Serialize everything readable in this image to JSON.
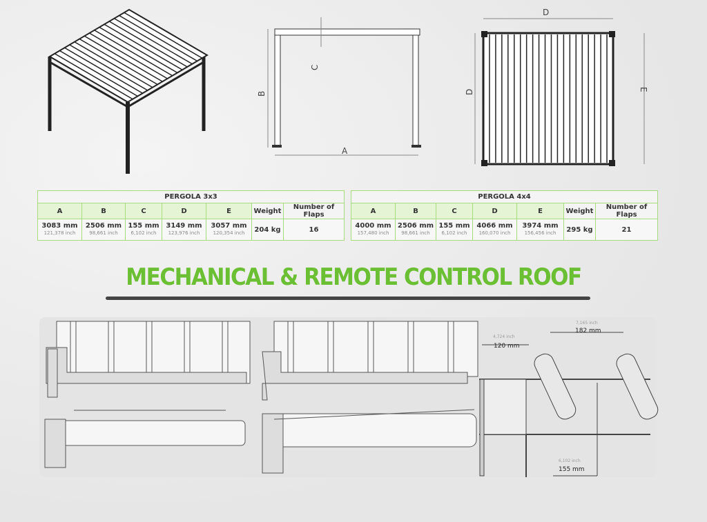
{
  "drawings": {
    "labels": {
      "a": "A",
      "b": "B",
      "c": "C",
      "d": "D",
      "e": "E"
    }
  },
  "tables": [
    {
      "title": "PERGOLA 3x3",
      "headers": [
        "A",
        "B",
        "C",
        "D",
        "E",
        "Weight",
        "Number of Flaps"
      ],
      "values": [
        {
          "mm": "3083 mm",
          "inch": "121,378 inch"
        },
        {
          "mm": "2506 mm",
          "inch": "98,661 inch"
        },
        {
          "mm": "155 mm",
          "inch": "6,102 inch"
        },
        {
          "mm": "3149 mm",
          "inch": "123,976 inch"
        },
        {
          "mm": "3057 mm",
          "inch": "120,354 inch"
        }
      ],
      "weight": "204 kg",
      "flaps": "16"
    },
    {
      "title": "PERGOLA 4x4",
      "headers": [
        "A",
        "B",
        "C",
        "D",
        "E",
        "Weight",
        "Number of Flaps"
      ],
      "values": [
        {
          "mm": "4000 mm",
          "inch": "157,480 inch"
        },
        {
          "mm": "2506 mm",
          "inch": "98,661 inch"
        },
        {
          "mm": "155 mm",
          "inch": "6,102 inch"
        },
        {
          "mm": "4066 mm",
          "inch": "160,070 inch"
        },
        {
          "mm": "3974 mm",
          "inch": "156,456 inch"
        }
      ],
      "weight": "295 kg",
      "flaps": "21"
    }
  ],
  "section_title": "MECHANICAL & REMOTE CONTROL ROOF",
  "detail": {
    "dim1_mm": "120 mm",
    "dim1_inch": "4,724 inch",
    "dim2_mm": "182 mm",
    "dim2_inch": "7,165 inch",
    "dim3_mm": "155 mm",
    "dim3_inch": "6,102 inch"
  },
  "colors": {
    "accent": "#6bbf33",
    "border": "#8fd05a"
  }
}
